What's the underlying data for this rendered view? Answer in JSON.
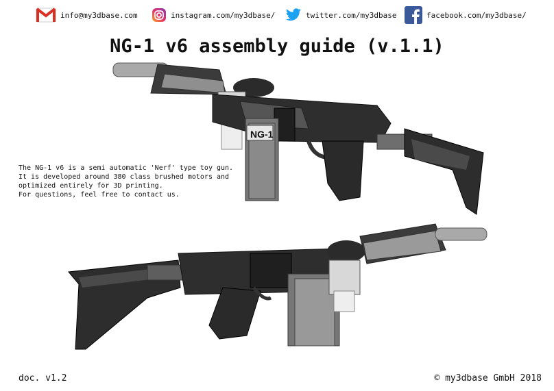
{
  "contacts": {
    "email": "info@my3dbase.com",
    "instagram": "instagram.com/my3dbase/",
    "twitter": "twitter.com/my3dbase",
    "facebook": "facebook.com/my3dbase/"
  },
  "title": "NG-1 v6 assembly guide (v.1.1)",
  "description": "The NG-1 v6 is a semi automatic 'Nerf' type toy gun.\nIt is developed around 380 class brushed motors and\noptimized entirely for 3D printing.\nFor questions, feel free to contact us.",
  "magazine_label": "NG-1",
  "footer": {
    "doc_version": "doc. v1.2",
    "copyright": "© my3dbase GmbH 2018"
  },
  "colors": {
    "gmail_red": "#d93025",
    "instagram": "#c13584",
    "twitter_blue": "#1da1f2",
    "facebook_blue": "#3b5998"
  }
}
